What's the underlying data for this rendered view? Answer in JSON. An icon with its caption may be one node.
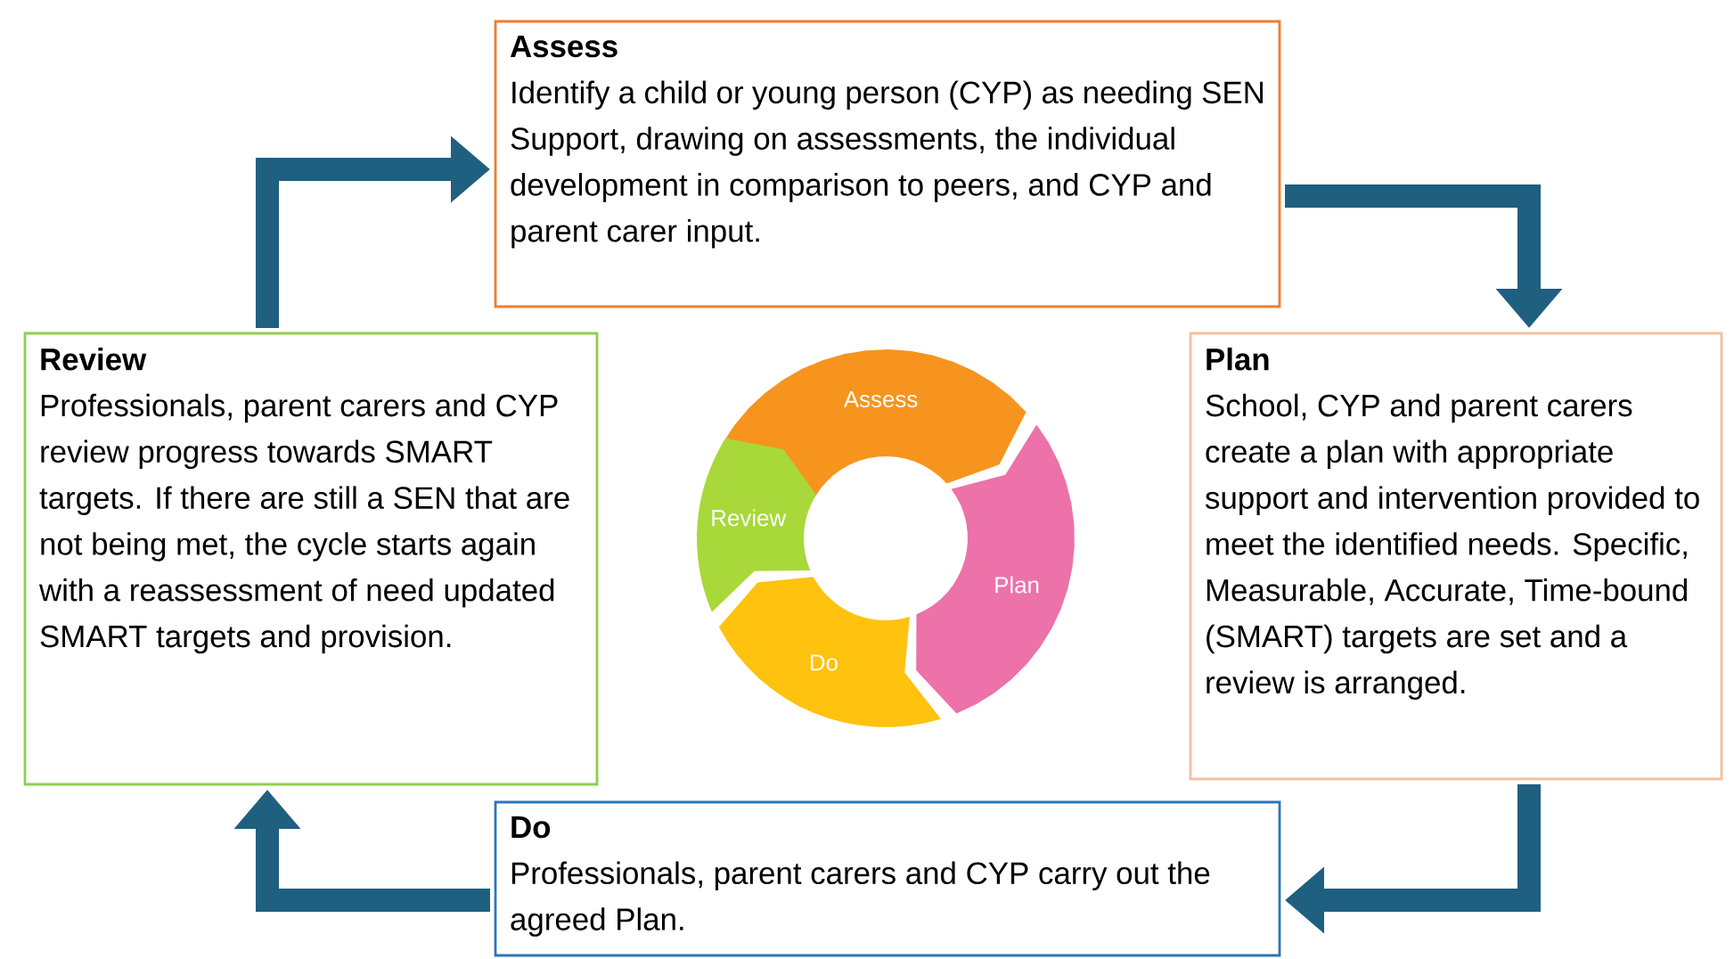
{
  "diagram": {
    "nodes": [
      {
        "text": [
          "Assess",
          "Identify a child or young person (CYP) as needing SEN Support, drawing on assessments, the individual development in comparison to peers, and CYP and parent carer input."
        ]
      },
      {
        "text": [
          "Plan",
          "School, CYP and parent carers create a plan with appropriate support and intervention provided to meet the identified needs. Specific, Measurable, Accurate, Time-bound (SMART) targets are set and a review is arranged."
        ]
      },
      {
        "text": [
          "Do",
          "Professionals, parent carers and CYP carry out the agreed Plan."
        ]
      },
      {
        "text": [
          "Review",
          "Professionals, parent carers and CYP review progress towards SMART targets. If there are still a SEN that are not being met, the cycle starts again with a reassessment of need updated SMART targets and provision."
        ]
      },
      {
        "text": [
          "Assess"
        ]
      },
      {
        "text": [
          "Plan"
        ]
      },
      {
        "text": [
          "Do"
        ]
      },
      {
        "text": [
          "Review"
        ]
      }
    ],
    "edges": [
      {
        "from": 0,
        "to": 1,
        "arrow": "to"
      },
      {
        "from": 1,
        "to": 2,
        "arrow": "to"
      },
      {
        "from": 2,
        "to": 3,
        "arrow": "to"
      },
      {
        "from": 3,
        "to": 0,
        "arrow": "to"
      }
    ]
  }
}
